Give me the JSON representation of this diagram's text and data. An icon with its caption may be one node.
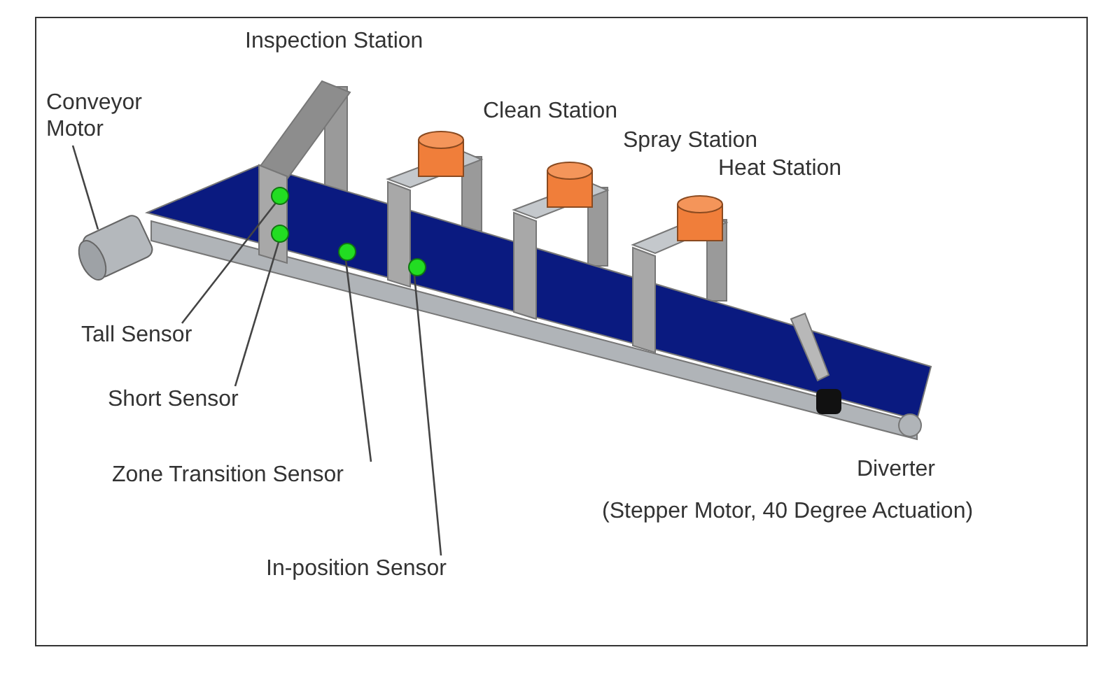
{
  "diagram": {
    "nodes": [
      {
        "text": [
          "Conveyor Motor"
        ]
      },
      {
        "text": [],
        "shape": "picture"
      },
      {
        "text": [
          "Tall Sensor"
        ]
      },
      {
        "text": [],
        "shape": "circle"
      },
      {
        "text": [
          "Short Sensor"
        ]
      },
      {
        "text": [],
        "shape": "circle"
      },
      {
        "text": [
          "Zone Transition Sensor"
        ]
      },
      {
        "text": [],
        "shape": "circle"
      },
      {
        "text": [
          "In-position Sensor"
        ]
      },
      {
        "text": [],
        "shape": "circle"
      }
    ],
    "edges": [
      {
        "from": 0,
        "to": 1,
        "arrow": "none"
      },
      {
        "from": 2,
        "to": 3,
        "arrow": "none"
      },
      {
        "from": 4,
        "to": 5,
        "arrow": "none"
      },
      {
        "from": 6,
        "to": 7,
        "arrow": "none"
      },
      {
        "from": 8,
        "to": 9,
        "arrow": "none"
      }
    ],
    "labels": [
      "Inspection Station",
      "Clean Station",
      "Spray Station",
      "Heat Station",
      "Diverter",
      "(Stepper Motor, 40 Degree Actuation)"
    ]
  }
}
